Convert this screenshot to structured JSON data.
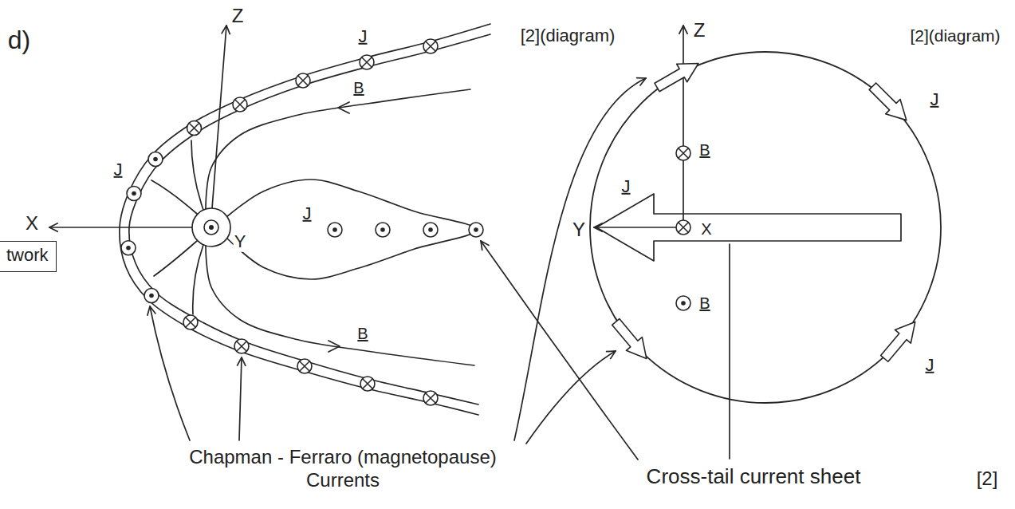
{
  "diagram": {
    "nodes": [
      {
        "text": [
          "twork"
        ]
      }
    ],
    "labels": [
      "d)",
      "Z",
      "[2](diagram)",
      "J",
      "B",
      "[2](diagram)",
      "Z",
      "B",
      "J",
      "J",
      "J",
      "X",
      "Y",
      "J",
      "Y",
      "X",
      "B",
      "B",
      "J",
      "Chapman - Ferraro (magnetopause) Currents",
      "Cross-tail current sheet",
      "[2]"
    ]
  }
}
